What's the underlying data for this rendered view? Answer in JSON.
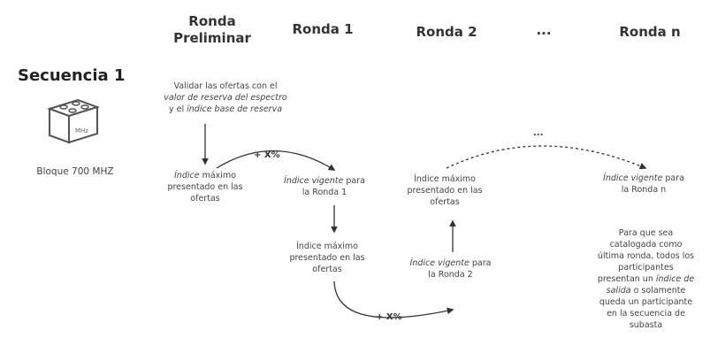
{
  "headers": {
    "preliminar_l1": "Ronda",
    "preliminar_l2": "Preliminar",
    "r1": "Ronda 1",
    "r2": "Ronda 2",
    "dots": "...",
    "rn": "Ronda n"
  },
  "sequence": {
    "title": "Secuencia 1",
    "block_label": "Bloque 700 MHZ",
    "cube_label": "MHz"
  },
  "validar": {
    "line1": "Validar las ofertas con el",
    "line2": "valor de reserva del espectro",
    "line3_a": "y el ",
    "line3_b": "índice base de reserva"
  },
  "preliminar_box": {
    "line1_italic": "Índice",
    "line1_rest": " máximo",
    "line2": "presentado en las",
    "line3": "ofertas"
  },
  "vigente_r1": {
    "italic": "Índice vigente",
    "rest": " para",
    "line2": "la Ronda 1"
  },
  "max_r1": {
    "line1": "Índice máximo",
    "line2": "presentado en las",
    "line3": "ofertas"
  },
  "max_r2": {
    "line1": "Índice máximo",
    "line2": "presentado en las",
    "line3": "ofertas"
  },
  "vigente_r2": {
    "italic": "Índice vigente",
    "rest": " para",
    "line2": "la Ronda 2"
  },
  "vigente_rn": {
    "italic": "Índice vigente",
    "rest": " para",
    "line2": "la Ronda n"
  },
  "ops": {
    "plus_top": "+ X%",
    "plus_bottom": "+ X%",
    "dots_mid": "..."
  },
  "final_note": {
    "line1": "Para que sea",
    "line2": "catalogada como",
    "line3": "última ronda, todos los",
    "line4": "participantes",
    "line5_a": "presentan un ",
    "line5_b": "índice de",
    "line6_a": "salida",
    "line6_b": " o solamente",
    "line7": "queda un participante",
    "line8": "en la secuencia de",
    "line9": "subasta"
  }
}
